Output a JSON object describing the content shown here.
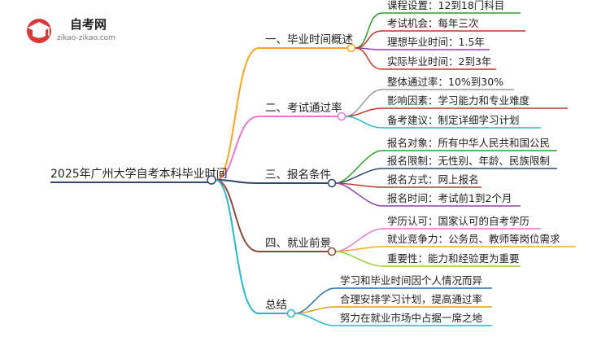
{
  "logo": {
    "title": "自考网",
    "url_text": "zikao-zikao.com",
    "icon": "graduation-cap-icon"
  },
  "mindmap": {
    "root": "2025年广州大学自考本科毕业时间",
    "branches": [
      {
        "label": "一、毕业时间概述",
        "color": "#f5a623",
        "leaves": [
          {
            "label": "课程设置：12到18门科目",
            "color": "#2e9e2e"
          },
          {
            "label": "考试机会：每年三次",
            "color": "#c0392b"
          },
          {
            "label": "理想毕业时间：1.5年",
            "color": "#8e44ad"
          },
          {
            "label": "实际毕业时间：2到3年",
            "color": "#c0392b"
          }
        ]
      },
      {
        "label": "二、考试通过率",
        "color": "#e07ad0",
        "leaves": [
          {
            "label": "整体通过率：10%到30%",
            "color": "#999999"
          },
          {
            "label": "影响因素：学习能力和专业难度",
            "color": "#c0392b"
          },
          {
            "label": "备考建议：制定详细学习计划",
            "color": "#2ab7c9"
          }
        ]
      },
      {
        "label": "三、报名条件",
        "color": "#2c4a6b",
        "leaves": [
          {
            "label": "报名对象：所有中华人民共和国公民",
            "color": "#2e9e2e"
          },
          {
            "label": "报名限制：无性别、年龄、民族限制",
            "color": "#2c4a6b"
          },
          {
            "label": "报名方式：网上报名",
            "color": "#c0392b"
          },
          {
            "label": "报名时间：考试前1到2个月",
            "color": "#8e44ad"
          }
        ]
      },
      {
        "label": "四、就业前景",
        "color": "#8b4a3a",
        "leaves": [
          {
            "label": "学历认可：国家认可的自考学历",
            "color": "#e07ad0"
          },
          {
            "label": "就业竞争力：公务员、教师等岗位需求",
            "color": "#f5a623"
          },
          {
            "label": "重要性：能力和经验更为重要",
            "color": "#9acd32"
          }
        ]
      },
      {
        "label": "总结",
        "color": "#2ab7c9",
        "leaves": [
          {
            "label": "学习和毕业时间因个人情况而异",
            "color": "#2c6ea0"
          },
          {
            "label": "合理安排学习计划，提高通过率",
            "color": "#d4a017"
          },
          {
            "label": "努力在就业市场中占据一席之地",
            "color": "#2ab7c9"
          }
        ]
      }
    ]
  }
}
